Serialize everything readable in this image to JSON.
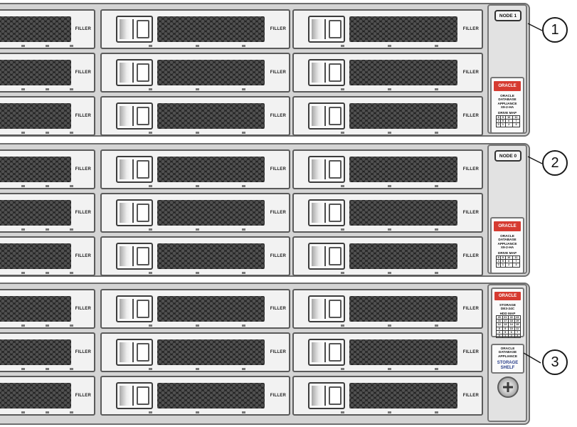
{
  "filler_label": "FILLER",
  "units": [
    {
      "id": "node1",
      "node_label": "NODE 1",
      "badge": {
        "brand": "ORACLE",
        "lines": [
          "ORACLE",
          "DATABASE",
          "APPLIANCE",
          "X9-2-HA"
        ],
        "map_title": "DRIVE MAP",
        "map_rows": [
          [
            "8",
            "9",
            "10",
            "11"
          ],
          [
            "4",
            "5",
            "6",
            "7"
          ],
          [
            "0",
            "1",
            "2",
            "3"
          ]
        ]
      },
      "callout": "1"
    },
    {
      "id": "node0",
      "node_label": "NODE 0",
      "badge": {
        "brand": "ORACLE",
        "lines": [
          "ORACLE",
          "DATABASE",
          "APPLIANCE",
          "X9-2-HA"
        ],
        "map_title": "DRIVE MAP",
        "map_rows": [
          [
            "8",
            "9",
            "10",
            "11"
          ],
          [
            "4",
            "5",
            "6",
            "7"
          ],
          [
            "0",
            "1",
            "2",
            "3"
          ]
        ]
      },
      "callout": "2"
    },
    {
      "id": "storage",
      "badge": {
        "brand": "ORACLE",
        "lines": [
          "STORAGE",
          "DE3-24C"
        ],
        "map_title": "HDD MAP",
        "map_rows": [
          [
            "20",
            "21",
            "22",
            "23"
          ],
          [
            "16",
            "17",
            "18",
            "19"
          ],
          [
            "12",
            "13",
            "14",
            "15"
          ],
          [
            "8",
            "9",
            "10",
            "11"
          ],
          [
            "4",
            "5",
            "6",
            "7"
          ],
          [
            "0",
            "1",
            "2",
            "3"
          ]
        ]
      },
      "shelf_label": {
        "lines": [
          "ORACLE",
          "DATABASE",
          "APPLIANCE"
        ],
        "title_lines": [
          "STORAGE",
          "SHELF"
        ]
      },
      "callout": "3"
    }
  ]
}
